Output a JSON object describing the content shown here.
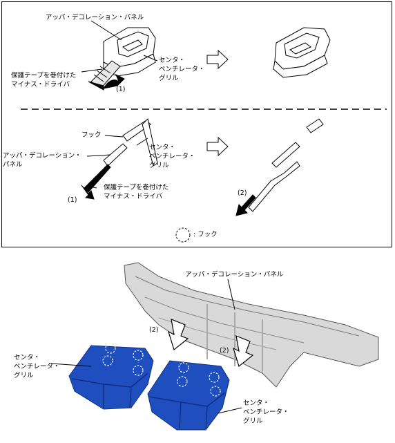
{
  "top_panel": {
    "step1": {
      "upper_panel_label": "アッパ・デコレーション・パネル",
      "grille_label_1": "センタ・",
      "grille_label_2": "ベンチレータ・",
      "grille_label_3": "グリル",
      "driver_label_1": "保護テープを巻付けた",
      "driver_label_2": "マイナス・ドライバ",
      "step_marker": "(1)"
    },
    "step2": {
      "hook_label": "フック",
      "upper_panel_label_1": "アッパ・デコレーション・",
      "upper_panel_label_2": "パネル",
      "grille_label_1": "センタ・",
      "grille_label_2": "ベンチレータ・",
      "grille_label_3": "グリル",
      "driver_label_1": "保護テープを巻付けた",
      "driver_label_2": "マイナス・ドライバ",
      "step1_marker": "(1)",
      "step2_marker": "(2)"
    },
    "legend": {
      "hook_text": ": フック"
    }
  },
  "bottom_illustration": {
    "upper_panel_label": "アッパ・デコレーション・パネル",
    "marker_left": "(2)",
    "marker_right": "(2)",
    "left_grille_1": "センタ・",
    "left_grille_2": "ベンチレータ・",
    "left_grille_3": "グリル",
    "right_grille_1": "センタ・",
    "right_grille_2": "ベンチレータ・",
    "right_grille_3": "グリル"
  },
  "colors": {
    "grille_blue": "#1f4fbf",
    "grille_dark": "#102f80",
    "dashboard_gray": "#d9d9d9",
    "outline": "#000000"
  }
}
